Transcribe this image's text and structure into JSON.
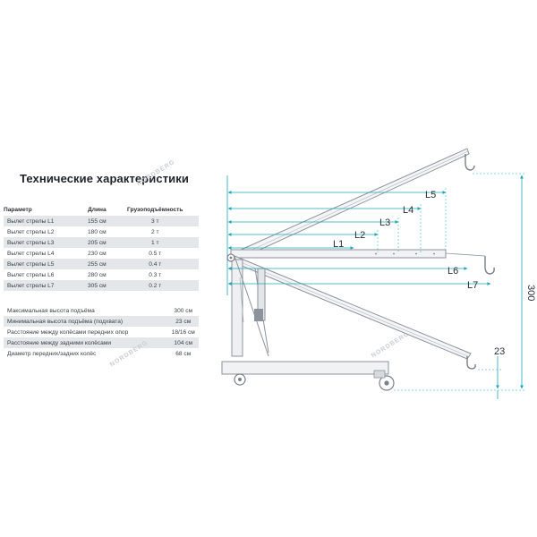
{
  "title": "Технические характеристики",
  "boom_table": {
    "headers": [
      "Параметр",
      "Длина",
      "Грузоподъёмность"
    ],
    "rows": [
      [
        "Вылет стрелы L1",
        "155 см",
        "3 т"
      ],
      [
        "Вылет стрелы L2",
        "180 см",
        "2 т"
      ],
      [
        "Вылет стрелы L3",
        "205 см",
        "1 т"
      ],
      [
        "Вылет стрелы L4",
        "230 см",
        "0.5 т"
      ],
      [
        "Вылет стрелы L5",
        "255 см",
        "0.4 т"
      ],
      [
        "Вылет стрелы L6",
        "280 см",
        "0.3 т"
      ],
      [
        "Вылет стрелы L7",
        "305 см",
        "0.2 т"
      ]
    ]
  },
  "general_table": {
    "rows": [
      [
        "Максимальная высота подъёма",
        "300 см"
      ],
      [
        "Минимальная высота подъёма (подхвата)",
        "23 см"
      ],
      [
        "Расстояние между колёсами передних опор",
        "18/16 см"
      ],
      [
        "Расстояние между задними колёсами",
        "104 см"
      ],
      [
        "Диаметр передних/задних колёс",
        "68 см"
      ]
    ]
  },
  "watermark": "NORDBERG",
  "diagram": {
    "labels": [
      "L1",
      "L2",
      "L3",
      "L4",
      "L5",
      "L6",
      "L7"
    ],
    "height_max": "300",
    "height_min": "23"
  },
  "colors": {
    "accent": "#1aa8b8",
    "frame": "#8c939b",
    "text": "#2a2f36"
  }
}
